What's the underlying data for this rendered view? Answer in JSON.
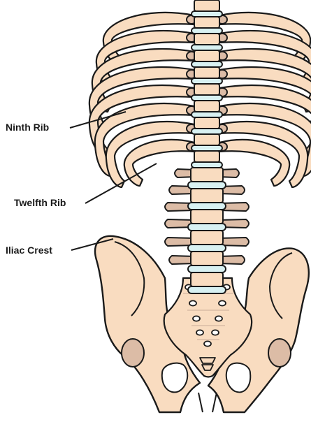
{
  "labels": {
    "ninth_rib": "Ninth Rib",
    "twelfth_rib": "Twelfth Rib",
    "iliac_crest": "Iliac Crest"
  },
  "colors": {
    "bone_fill": "#f9dcc0",
    "bone_shade": "#dcbca6",
    "disc_fill": "#d8f1f2",
    "outline": "#1a1a1a",
    "background": "#ffffff"
  }
}
